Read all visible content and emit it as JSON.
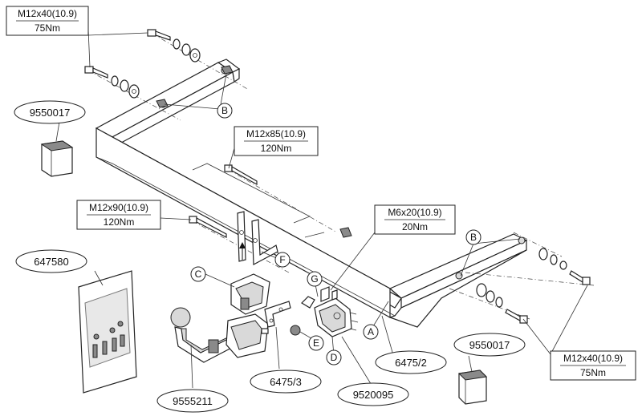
{
  "torque_specs": [
    {
      "id": "spec-top-left",
      "bolt": "M12x40(10.9)",
      "torque": "75Nm"
    },
    {
      "id": "spec-center",
      "bolt": "M12x85(10.9)",
      "torque": "120Nm"
    },
    {
      "id": "spec-left",
      "bolt": "M12x90(10.9)",
      "torque": "120Nm"
    },
    {
      "id": "spec-right",
      "bolt": "M6x20(10.9)",
      "torque": "20Nm"
    },
    {
      "id": "spec-bottom-right",
      "bolt": "M12x40(10.9)",
      "torque": "75Nm"
    }
  ],
  "part_numbers": {
    "block_left": "9550017",
    "block_right": "9550017",
    "electrical_kit": "647580",
    "bracket_small": "6475/3",
    "crossbar": "6475/2",
    "socket_plate": "9520095",
    "towball": "9555211"
  },
  "letter_callouts": {
    "A": "A",
    "B_top": "B",
    "B_right": "B",
    "C": "C",
    "D": "D",
    "E": "E",
    "F": "F",
    "G": "G"
  }
}
